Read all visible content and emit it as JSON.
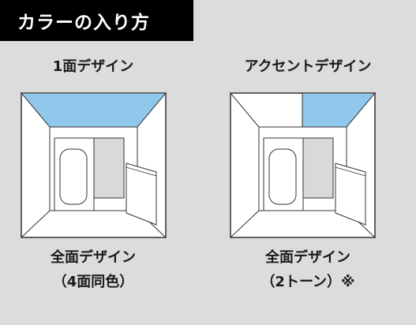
{
  "header": {
    "title": "カラーの入り方"
  },
  "options": [
    {
      "title": "1面デザイン",
      "caption_line1": "全面デザイン",
      "caption_line2": "（4面同色）",
      "ceiling": "full"
    },
    {
      "title": "アクセントデザイン",
      "caption_line1": "全面デザイン",
      "caption_line2": "（2トーン）※",
      "ceiling": "half"
    }
  ],
  "colors": {
    "accent": "#8fc8ea",
    "wall": "#ffffff",
    "fixture": "#d9d9d9",
    "line": "#333333",
    "background": "#dcdcdc",
    "header": "#000000"
  }
}
